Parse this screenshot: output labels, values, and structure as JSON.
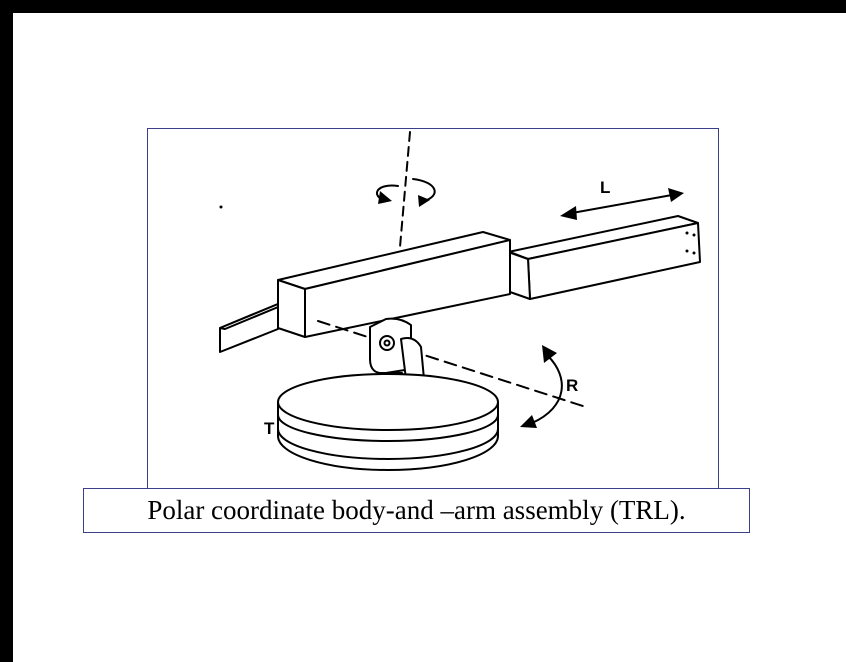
{
  "caption": "Polar coordinate body-and –arm assembly (TRL).",
  "labels": {
    "length": "L",
    "rotation": "R",
    "twist": "T"
  },
  "colors": {
    "frame_border": "#3b3f8a",
    "outer_border": "#000000",
    "ink": "#000000"
  }
}
